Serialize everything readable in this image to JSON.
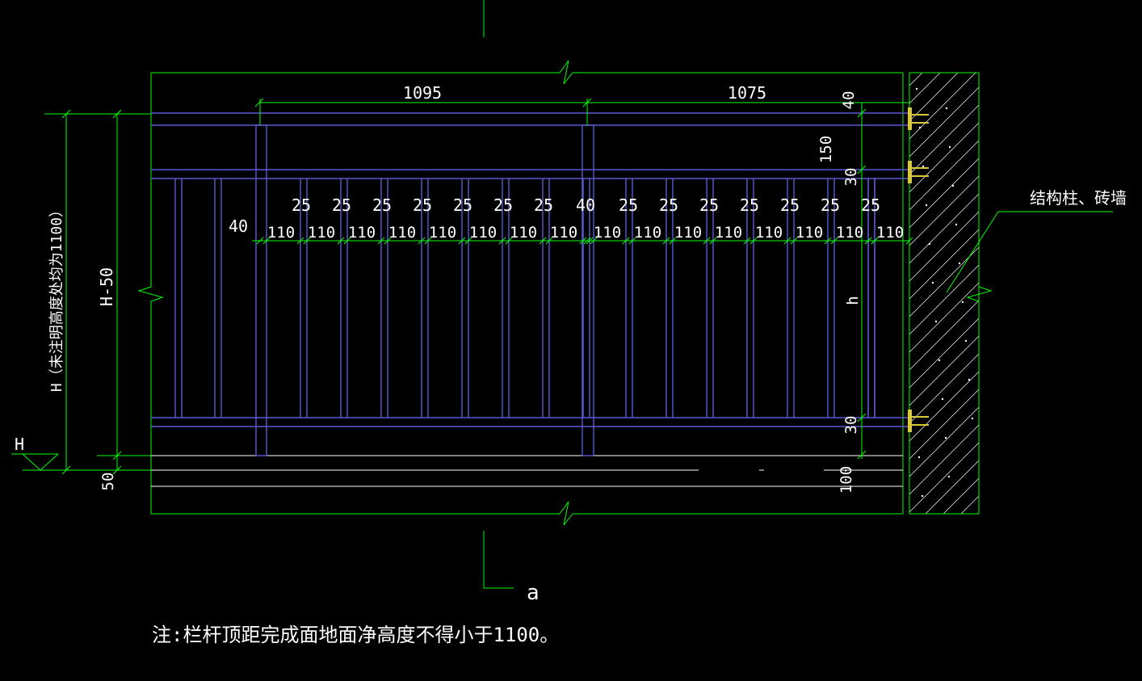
{
  "dimensions": {
    "top_left": "1095",
    "top_right": "1075",
    "top_gap": "40",
    "upper_rail_gap": "150",
    "rail_thickness_upper": "30",
    "rail_thickness_lower": "30",
    "base": "100",
    "bottom_offset": "50",
    "post_width": "40",
    "post_label_small": "25",
    "post_label_mid": "40",
    "spacing": "110",
    "left_gap": "40",
    "overall_height": "H-50",
    "inner_height": "h"
  },
  "labels": {
    "height_note_vertical": "H（未注明高度处均为1100）",
    "level_marker": "H",
    "structure": "结构柱、砖墙",
    "section_mark": "a",
    "note": "注:栏杆顶距完成面地面净高度不得小于1100。"
  },
  "colors": {
    "dimension": "#00ff00",
    "member": "#5a5ad2",
    "text": "#ffffff",
    "anchor": "#d8c838",
    "background": "#000000"
  }
}
